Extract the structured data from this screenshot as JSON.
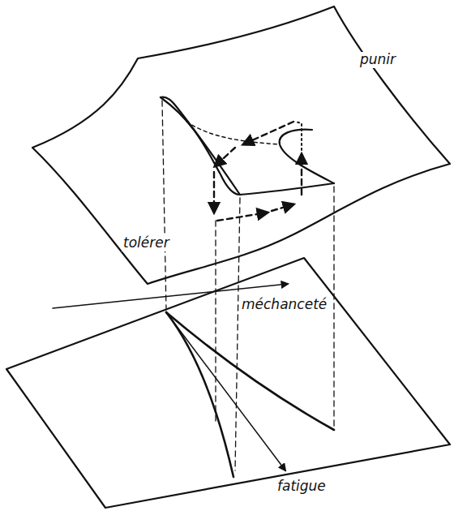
{
  "diagram": {
    "labels": [
      "punir",
      "tolérer",
      "méchanceté",
      "fatigue"
    ]
  }
}
